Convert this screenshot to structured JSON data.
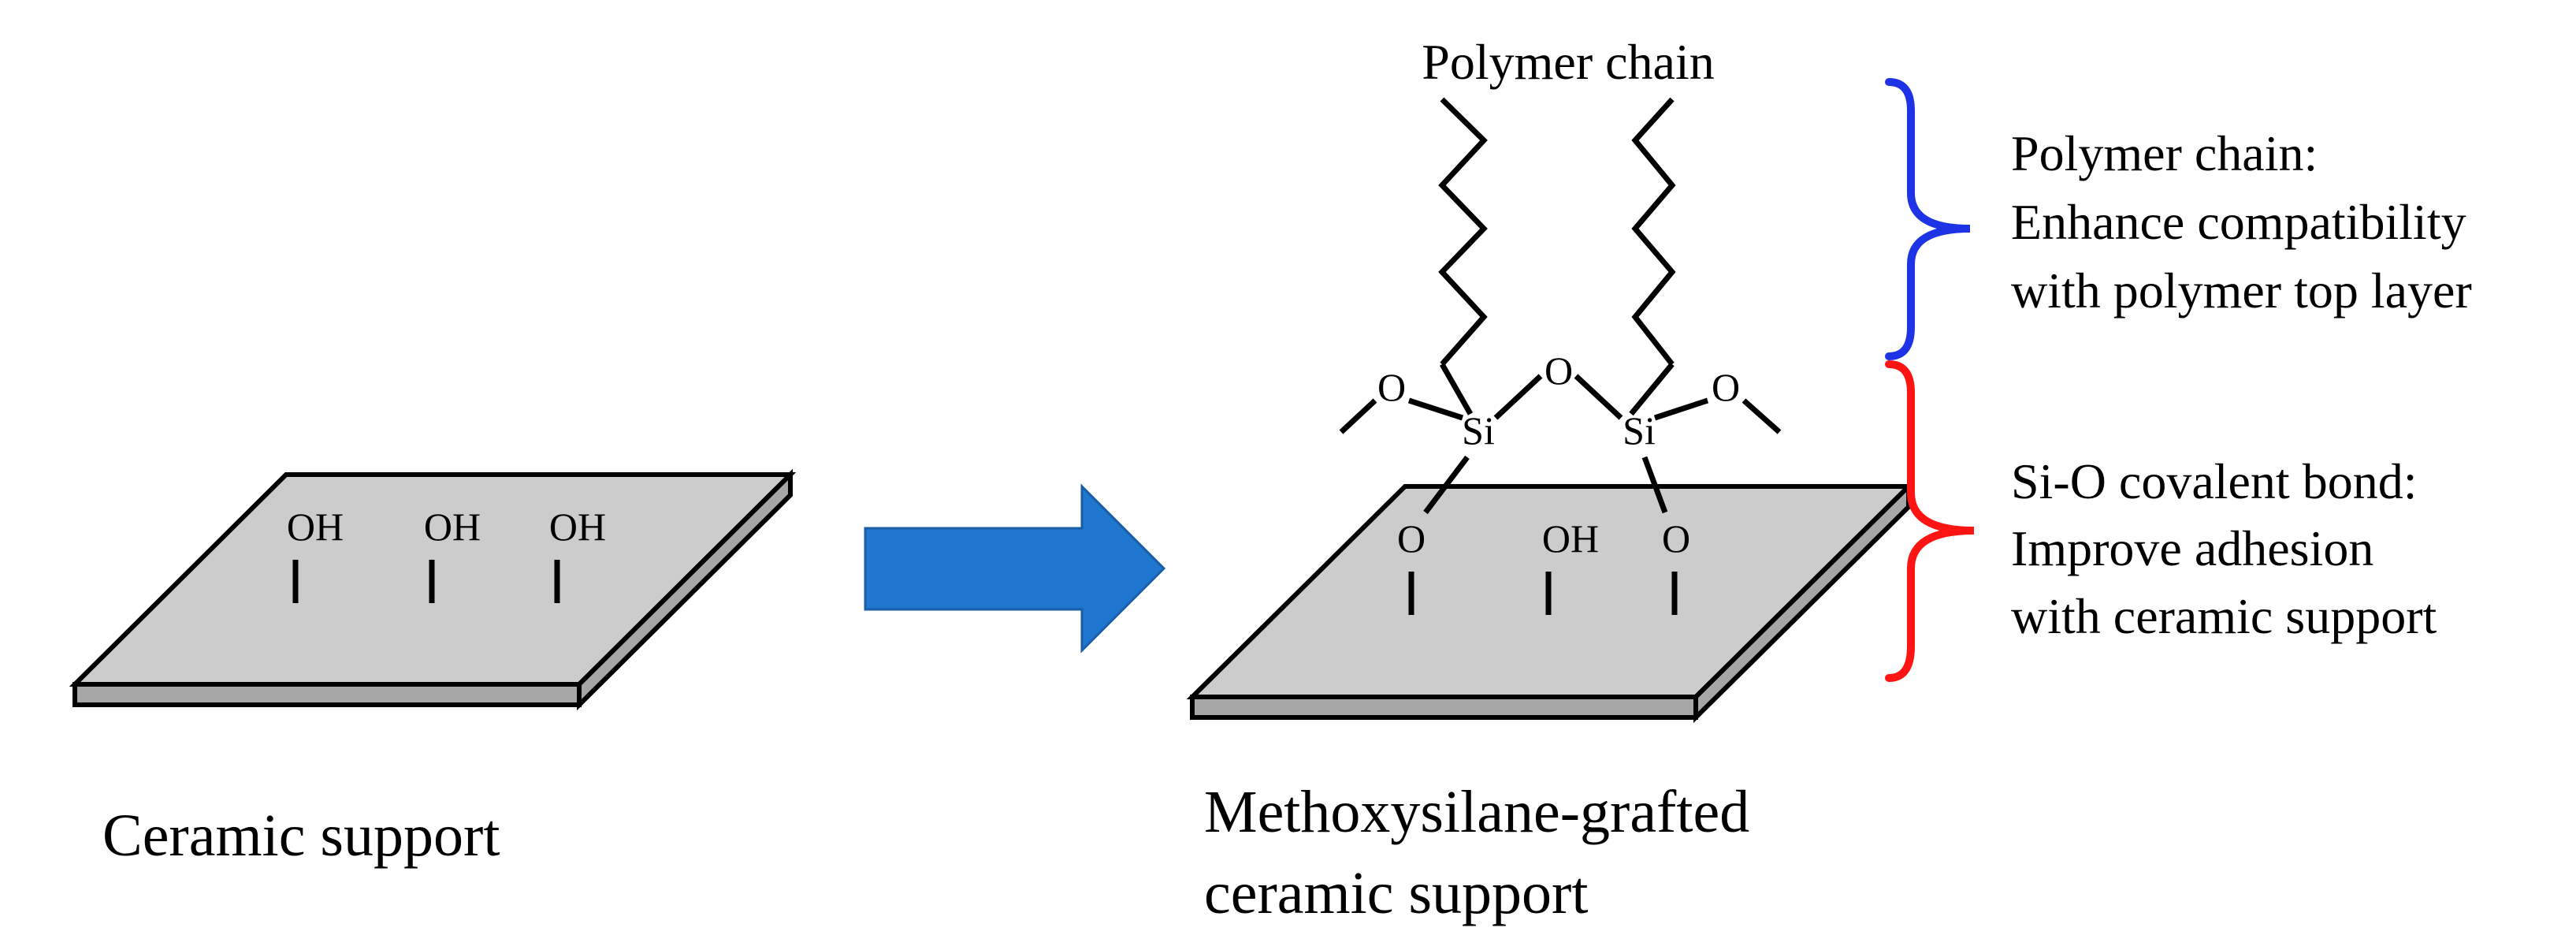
{
  "colors": {
    "plate_top": "#cccccc",
    "plate_side": "#a6a6a6",
    "arrow": "#1f77d0",
    "brace_polymer": "#1f33e6",
    "brace_bond": "#ff1414",
    "text": "#000000"
  },
  "left_panel": {
    "groups": [
      "OH",
      "OH",
      "OH"
    ],
    "caption": "Ceramic support"
  },
  "right_panel": {
    "top_label": "Polymer chain",
    "surface_groups": [
      "O",
      "OH",
      "O"
    ],
    "si_atoms": [
      "Si",
      "Si"
    ],
    "bridge_oxygen": "O",
    "methoxy_oxygens": [
      "O",
      "O"
    ],
    "caption_line1": "Methoxysilane-grafted",
    "caption_line2": "ceramic support"
  },
  "annotations": {
    "polymer": {
      "line1": "Polymer chain:",
      "line2": "Enhance compatibility",
      "line3": "with polymer top layer"
    },
    "bond": {
      "line1": "Si-O covalent bond:",
      "line2": "Improve adhesion",
      "line3": "with ceramic support"
    }
  },
  "icons": {
    "process_arrow": "right-arrow-icon",
    "polymer_brace": "curly-brace-icon",
    "bond_brace": "curly-brace-icon"
  }
}
